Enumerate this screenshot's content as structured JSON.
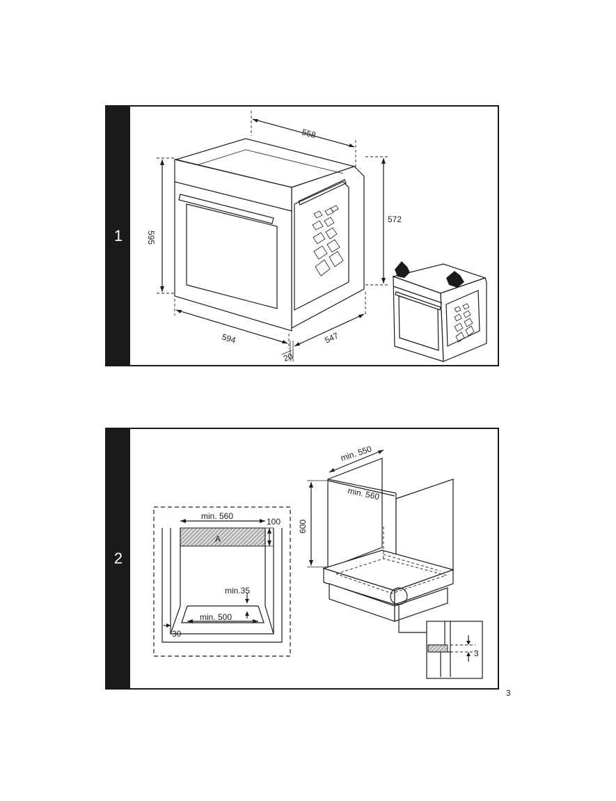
{
  "figure1": {
    "number": "1",
    "dims": {
      "depth_top": "558",
      "height": "595",
      "cabinet_height": "572",
      "width": "594",
      "depth_body": "547",
      "front_offset": "20"
    }
  },
  "figure2": {
    "number": "2",
    "labels": {
      "min560_front": "min. 560",
      "gap_100": "100",
      "area_A": "A",
      "min35": "min.35",
      "min500": "min. 500",
      "side_30": "30",
      "min550": "min. 550",
      "min560_cab": "min. 560",
      "height_600": "600",
      "gap_3": "3"
    }
  },
  "page_number": "3"
}
